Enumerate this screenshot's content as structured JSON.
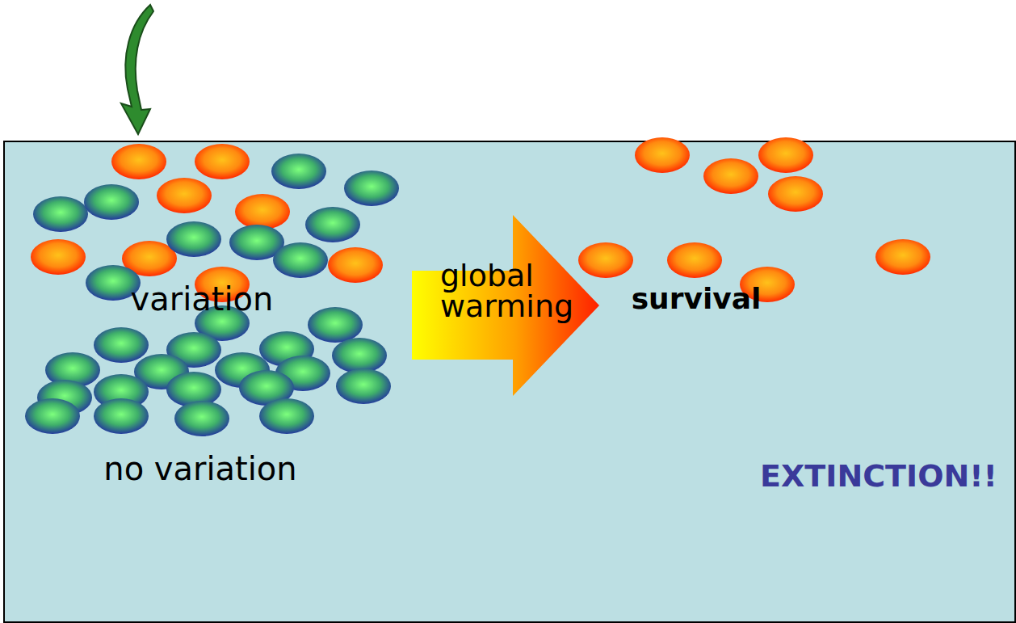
{
  "diagram": {
    "nodes": [
      {
        "text": [
          "global warming"
        ]
      }
    ],
    "labels": [
      "variation",
      "no variation",
      "survival",
      "EXTINCTION!!"
    ]
  }
}
